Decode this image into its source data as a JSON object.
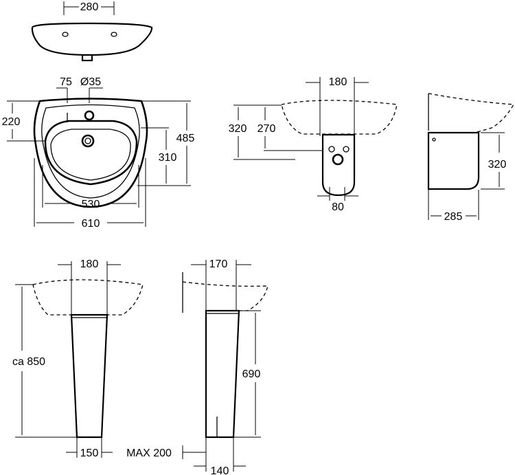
{
  "diagram": {
    "views": {
      "top_view": {
        "width_label": "280"
      },
      "front_view": {
        "tap_offset_label": "75",
        "tap_hole_label": "Ø35",
        "top_to_tap_label": "220",
        "bowl_depth_label": "310",
        "total_depth_label": "485",
        "inner_width_label": "530",
        "overall_width_label": "610"
      },
      "semi_pedestal_front": {
        "width_label": "180",
        "height_label_a": "320",
        "height_label_b": "270",
        "bottom_width_label": "80"
      },
      "semi_pedestal_side": {
        "height_label": "320",
        "depth_label": "285"
      },
      "pedestal_front": {
        "top_width_label": "180",
        "height_label": "ca 850",
        "bottom_width_label": "150"
      },
      "pedestal_side": {
        "top_width_label": "170",
        "height_label": "690",
        "max_label": "MAX 200",
        "bottom_width_label": "140"
      }
    }
  }
}
